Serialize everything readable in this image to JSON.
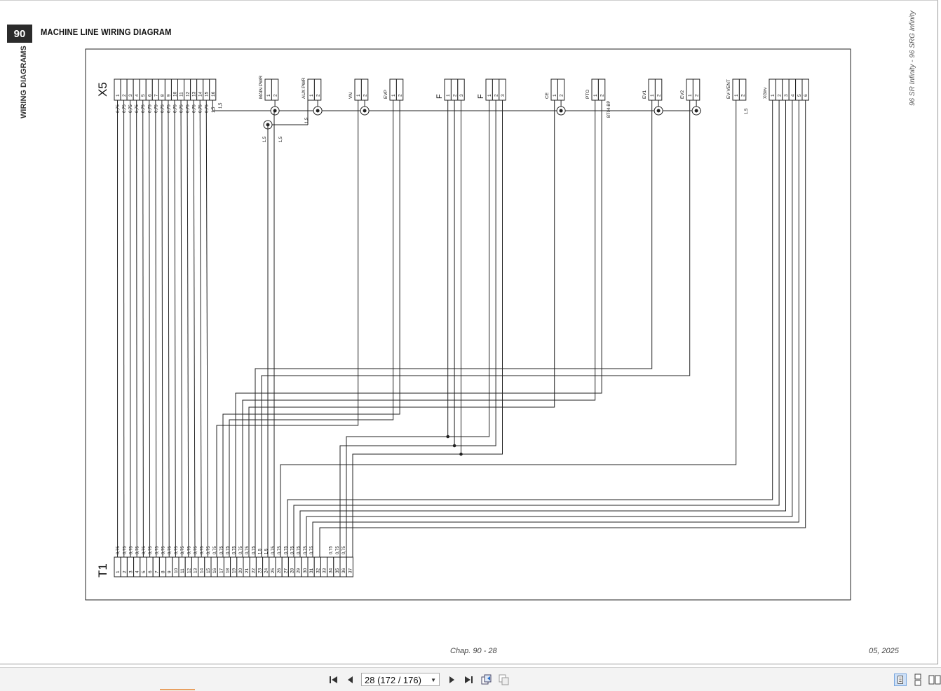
{
  "header": {
    "chapter_number": "90",
    "title": "MACHINE LINE WIRING DIAGRAM",
    "side_label": "WIRING DIAGRAMS",
    "model_label": "96 SR Infinity - 96 SRG Infinity"
  },
  "diagram": {
    "x5_label": "X5",
    "t1_label": "T1",
    "x5_pins": [
      "1",
      "2",
      "3",
      "4",
      "5",
      "6",
      "7",
      "8",
      "9",
      "10",
      "11",
      "12",
      "13",
      "14",
      "15",
      "16"
    ],
    "x5_wire_sizes": [
      "0,75",
      "0,75",
      "0,75",
      "0,75",
      "0,75",
      "0,75",
      "0,75",
      "0,75",
      "0,75",
      "0,75",
      "0,75",
      "0,75",
      "0,75",
      "0,75",
      "0,75",
      "1,5"
    ],
    "t1_pins": [
      "1",
      "2",
      "3",
      "4",
      "5",
      "6",
      "7",
      "8",
      "9",
      "10",
      "11",
      "12",
      "13",
      "14",
      "15",
      "16",
      "17",
      "18",
      "19",
      "20",
      "21",
      "22",
      "23",
      "24",
      "25",
      "26",
      "27",
      "28",
      "29",
      "30",
      "31",
      "32",
      "33",
      "34",
      "35",
      "36",
      "37"
    ],
    "t1_wire_sizes": [
      "0,75",
      "0,75",
      "0,75",
      "0,75",
      "0,75",
      "0,75",
      "0,75",
      "0,75",
      "0,75",
      "0,75",
      "0,75",
      "0,75",
      "0,75",
      "0,75",
      "0,75",
      "0,75",
      "0,75",
      "0,75",
      "0,75",
      "0,75",
      "0,75",
      "0,75",
      "1,5",
      "1,5",
      "0,75",
      "0,75",
      "0,75",
      "0,75",
      "0,75",
      "0,75",
      "0,75",
      "",
      "",
      "0,75",
      "0,75",
      "0,75",
      ""
    ],
    "connectors": [
      {
        "name": "MAIN PWR",
        "pins": [
          "1",
          "2"
        ]
      },
      {
        "name": "AUX PWR",
        "pins": [
          "1",
          "2"
        ]
      },
      {
        "name": "VN",
        "pins": [
          "1",
          "2"
        ]
      },
      {
        "name": "EVP",
        "pins": [
          "1",
          "2"
        ]
      },
      {
        "name": "F",
        "pins": [
          "1",
          "2",
          "3"
        ]
      },
      {
        "name": "F",
        "pins": [
          "1",
          "2",
          "3"
        ]
      },
      {
        "name": "CE",
        "pins": [
          "1",
          "2"
        ]
      },
      {
        "name": "PTO",
        "pins": [
          "1",
          "2"
        ]
      },
      {
        "name": "EV1",
        "pins": [
          "1",
          "2"
        ]
      },
      {
        "name": "EV2",
        "pins": [
          "1",
          "2"
        ]
      },
      {
        "name": "EV-VENT",
        "pins": [
          "1",
          "2"
        ]
      },
      {
        "name": "XGirv",
        "pins": [
          "1",
          "2",
          "3",
          "4",
          "5",
          "6"
        ]
      }
    ],
    "pto_sub_label": "BT04-BP",
    "wire_size_labels": {
      "main_a": "1,5",
      "main_b": "1,5",
      "aux": "1,5",
      "x5_16": "1,5",
      "ev_vent": "1,5"
    }
  },
  "footer": {
    "chap": "Chap. 90 - 28",
    "date": "05, 2025"
  },
  "toolbar": {
    "page_value": "28 (172 / 176)",
    "icons": [
      "first-page-icon",
      "prev-page-icon",
      "next-page-icon",
      "last-page-icon",
      "go-back-view-icon",
      "go-forward-view-icon",
      "single-page-view-icon",
      "continuous-view-icon",
      "facing-view-icon"
    ]
  }
}
